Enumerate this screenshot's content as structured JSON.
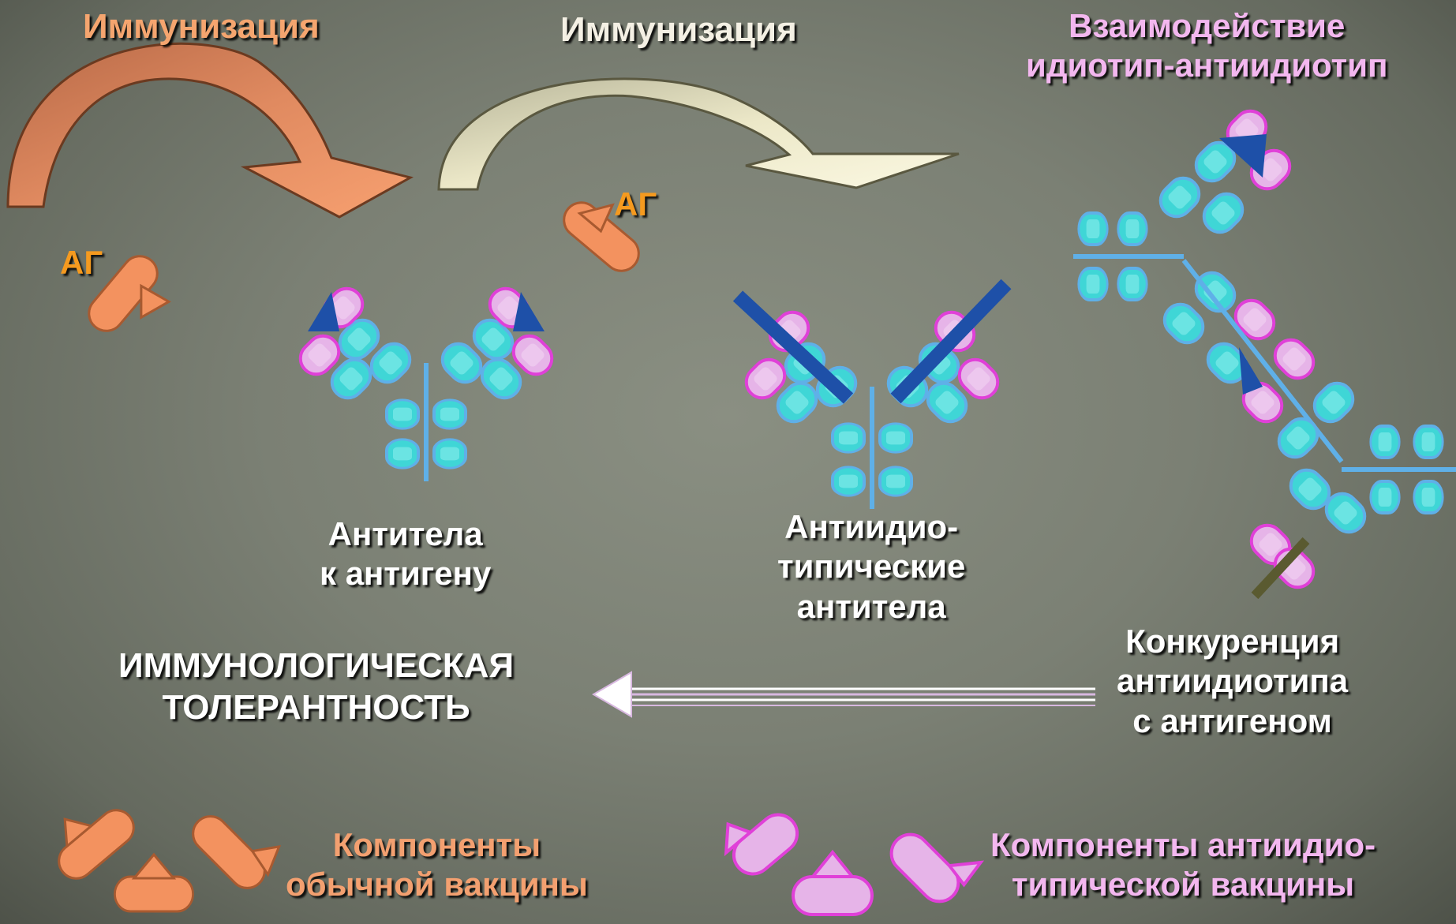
{
  "labels": {
    "immunization_1": "Иммунизация",
    "immunization_2": "Иммунизация",
    "interaction_line1": "Взаимодействие",
    "interaction_line2": "идиотип-антиидиотип",
    "ag_1": "АГ",
    "ag_2": "АГ",
    "antibodies_line1": "Антитела",
    "antibodies_line2": "к антигену",
    "anti_idiotypic_line1": "Антиидио-",
    "anti_idiotypic_line2": "типические",
    "anti_idiotypic_line3": "антитела",
    "tolerance_line1": "ИММУНОЛОГИЧЕСКАЯ",
    "tolerance_line2": "ТОЛЕРАНТНОСТЬ",
    "competition_line1": "Конкуренция",
    "competition_line2": "антиидиотипа",
    "competition_line3": "с антигеном",
    "conventional_vaccine_line1": "Компоненты",
    "conventional_vaccine_line2": "обычной вакцины",
    "anti_idiotypic_vaccine_line1": "Компоненты антиидио-",
    "anti_idiotypic_vaccine_line2": "типической вакцины"
  },
  "colors": {
    "antigen_orange": "#f3925f",
    "antibody_cyan": "#3fd6d6",
    "variable_pink": "#e6b4e8",
    "pink_outline": "#e040d8",
    "epitope_blue": "#1e50a8",
    "arrow_orange": "#d9825a",
    "arrow_cream": "#e6e2bd"
  }
}
